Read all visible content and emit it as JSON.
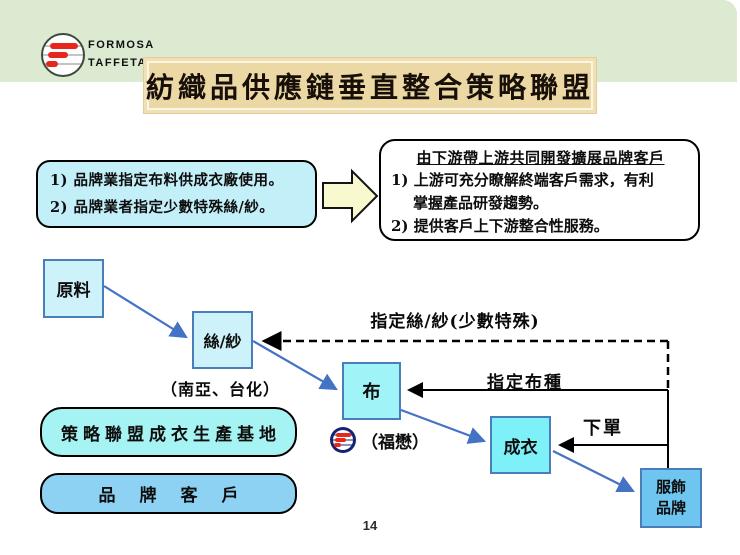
{
  "header": {
    "logo_line1": "FORMOSA",
    "logo_line2": "TAFFETA",
    "title": "紡織品供應鏈垂直整合策略聯盟"
  },
  "callouts": {
    "left_item1": "1)  品牌業指定布料供成衣廠使用。",
    "left_item2": "2)  品牌業者指定少數特殊絲/紗。",
    "right_heading": "由下游帶上游共同開發擴展品牌客戶",
    "right_item1_line1": "1) 上游可充分瞭解終端客戶需求，有利",
    "right_item1_line2": "掌握產品研發趨勢。",
    "right_item2": "2) 提供客戶上下游整合性服務。"
  },
  "diagram": {
    "node_raw": "原料",
    "node_yarn": "絲/紗",
    "node_fabric": "布",
    "node_garment": "成衣",
    "node_brand_line1": "服飾",
    "node_brand_line2": "品牌",
    "label_yarn_spec": "指定絲/紗(少數特殊)",
    "label_fabric_spec": "指定布種",
    "label_order": "下單",
    "label_yarn_supplier": "（南亞、台化）",
    "label_fabric_supplier": "（福懋）"
  },
  "footer": {
    "alliance_box": "策略聯盟成衣生產基地",
    "brand_box": "品牌客戶",
    "page_number": "14"
  },
  "colors": {
    "band_green": "#dcead2",
    "title_tan": "#ecd8a5",
    "callout_cyan": "#c3eff8",
    "node_pale_cyan": "#cdf2fa",
    "node_bright_cyan": "#7df0f8",
    "node_blue": "#6ec6f0",
    "alliance_cyan": "#a6f3f3",
    "brand_customer_blue": "#8dd2f3",
    "arrow_blue": "#4472c4",
    "block_arrow_yellow": "#f9f9d0",
    "logo_red": "#e8271c"
  }
}
